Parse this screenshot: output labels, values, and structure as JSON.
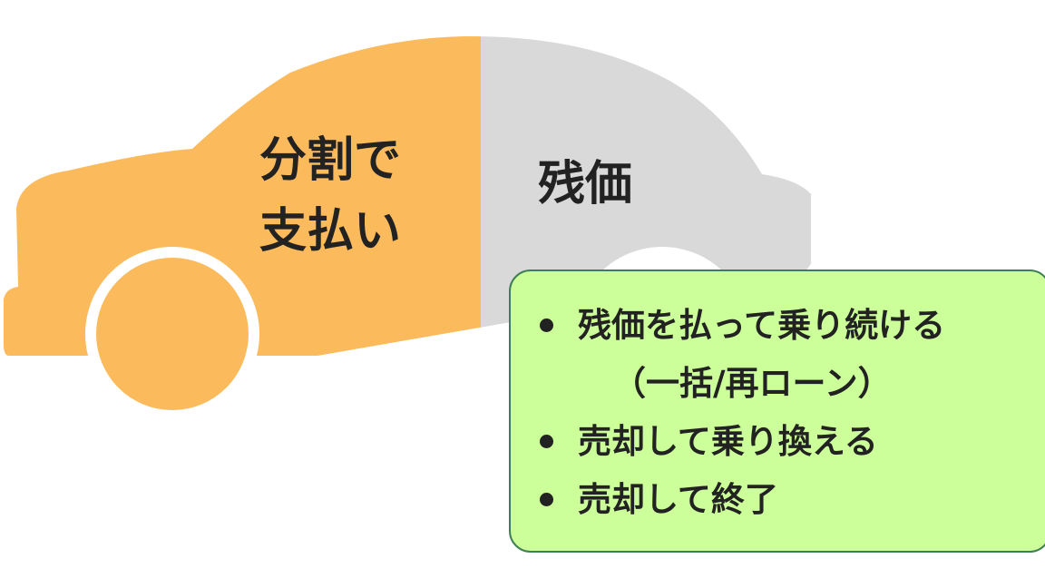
{
  "car": {
    "left_color": "#fbbb5c",
    "right_color": "#d9d9d9",
    "wheel_color": "#fbbb5c",
    "left_label_lines": [
      "分割で",
      "支払い"
    ],
    "right_label": "残価"
  },
  "options_box": {
    "background": "#ccff99",
    "border_color": "#3f7f55",
    "items": [
      {
        "line1": "残価を払って乗り続ける",
        "line2": "（一括/再ローン）"
      },
      {
        "line1": "売却して乗り換える"
      },
      {
        "line1": "売却して終了"
      }
    ]
  }
}
